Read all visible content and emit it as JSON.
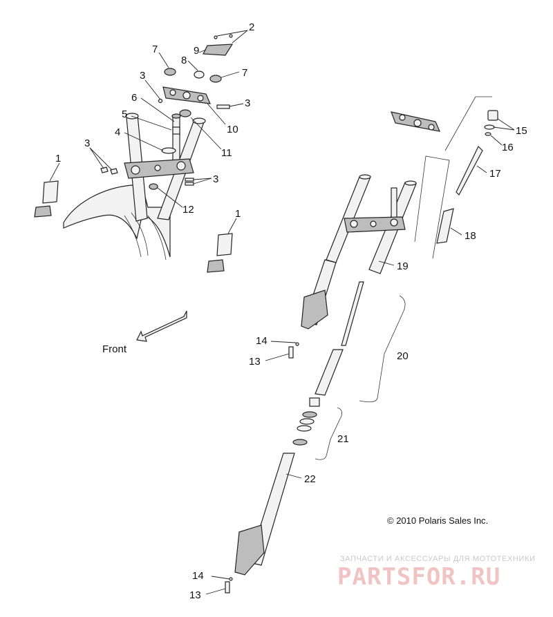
{
  "diagram": {
    "callouts": [
      "1",
      "1",
      "2",
      "3",
      "3",
      "3",
      "3",
      "4",
      "5",
      "6",
      "7",
      "7",
      "8",
      "9",
      "10",
      "11",
      "12",
      "13",
      "13",
      "14",
      "14",
      "15",
      "16",
      "17",
      "18",
      "19",
      "20",
      "21",
      "22"
    ],
    "direction_label": "Front",
    "copyright": "© 2010 Polaris Sales Inc.",
    "watermark": {
      "tagline": "ЗАПЧАСТИ И АКСЕССУАРЫ ДЛЯ МОТОТЕХНИКИ",
      "logo": "PARTSFOR.RU"
    }
  }
}
